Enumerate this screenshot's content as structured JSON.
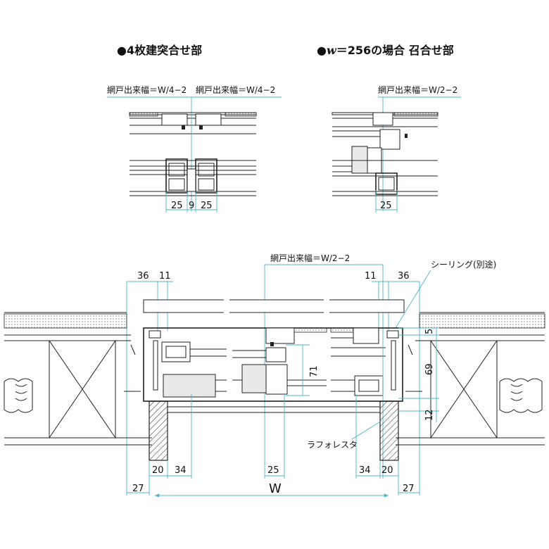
{
  "headings": {
    "left": "●4枚建突合せ部",
    "right_prefix": "●",
    "right_var": "w",
    "right_rest": "＝256の場合 召合せ部"
  },
  "top_left": {
    "width_label_1": "網戸出来幅＝W/4−2",
    "width_label_2": "網戸出来幅＝W/4−2",
    "dims": [
      "25",
      "9",
      "25"
    ]
  },
  "top_right": {
    "width_label": "網戸出来幅＝W/2−2",
    "dims": [
      "25"
    ]
  },
  "main": {
    "width_label": "網戸出来幅＝W/2−2",
    "sealing_label": "シーリング(別途)",
    "lath_label": "ラフォレスタ",
    "top_dims": [
      "36",
      "11",
      "11",
      "36"
    ],
    "right_dims": [
      "5",
      "69",
      "12"
    ],
    "inner_dim": "71",
    "bottom_dims": [
      "20",
      "34",
      "25",
      "34",
      "20"
    ],
    "outer_dims": [
      "27",
      "27"
    ],
    "overall": "W"
  },
  "colors": {
    "dimension_lines": "#4fb3cf",
    "outline": "#222222"
  }
}
